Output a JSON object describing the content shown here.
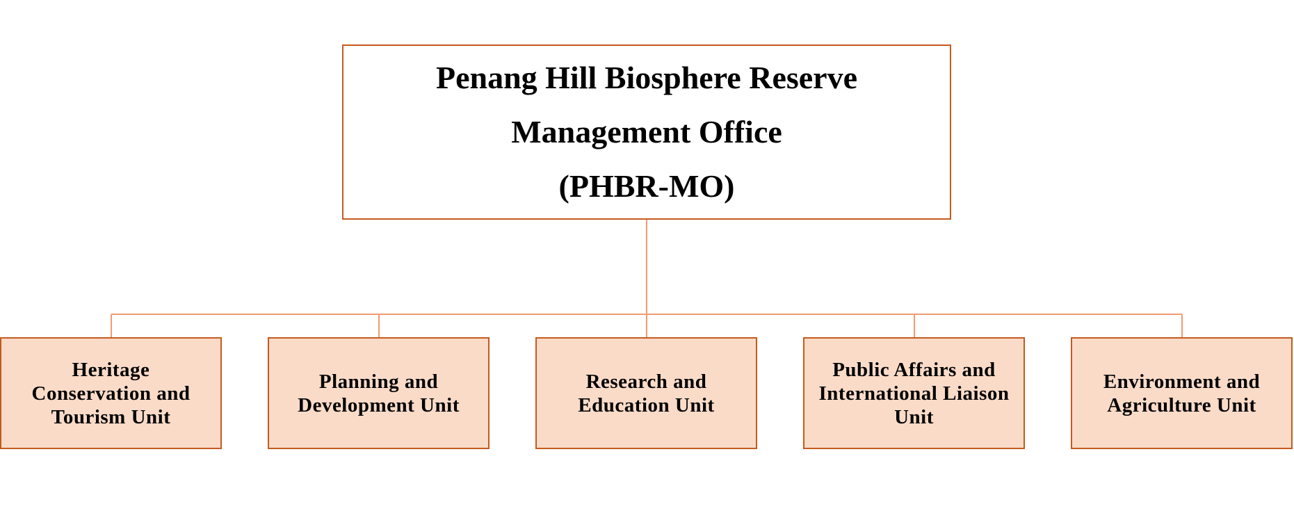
{
  "root": {
    "lines": [
      "Penang Hill Biosphere Reserve",
      "Management Office",
      "(PHBR-MO)"
    ]
  },
  "units": [
    {
      "label": "Heritage Conservation and Tourism Unit"
    },
    {
      "label": "Planning and Development Unit"
    },
    {
      "label": "Research and Education Unit"
    },
    {
      "label": "Public Affairs and International Liaison Unit"
    },
    {
      "label": "Environment and Agriculture Unit"
    }
  ],
  "colors": {
    "box_border": "#C55A1F",
    "unit_fill": "#FADBC8",
    "connector": "#F29A6E",
    "text": "#000000"
  }
}
